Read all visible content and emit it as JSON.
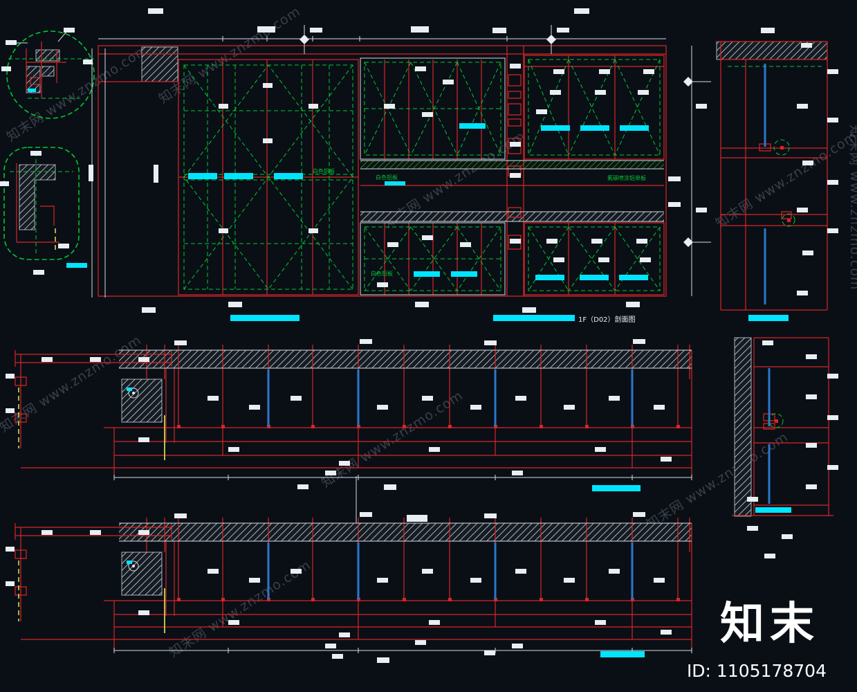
{
  "drawing": {
    "title_label": "1F（D02）剖面图",
    "note_left_panel": "白色铝板",
    "note_mid_band": "白色铝板",
    "note_right_band": "氟碳喷涂铝单板",
    "note_bottom_panel": "白色铝板"
  },
  "watermark": {
    "diagonal_text": "知末网 www.znzmo.com",
    "logo_text": "知末",
    "id_text": "ID: 1105178704"
  },
  "colors": {
    "bg": "#0a0f16",
    "red": "#d92525",
    "green": "#00c832",
    "cyan": "#00e5ff",
    "blue": "#2b77cc",
    "yellow": "#d8d855"
  }
}
